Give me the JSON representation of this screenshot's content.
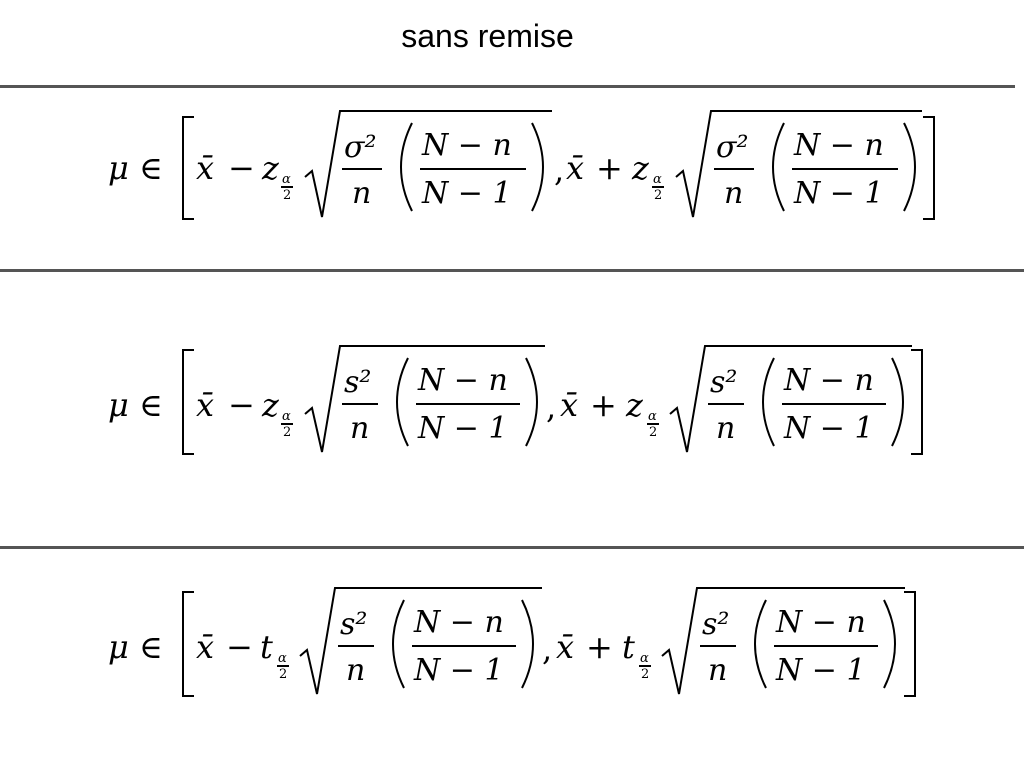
{
  "title": "sans remise",
  "formulas": [
    {
      "lhs": "μ ∈",
      "xbar": "x̄",
      "minus": "−",
      "plus": "+",
      "comma": ",",
      "stat": "z",
      "sub_num": "α",
      "sub_den": "2",
      "var_num": "σ²",
      "var_den": "n",
      "fpc_num": "N − n",
      "fpc_den": "N − 1"
    },
    {
      "lhs": "μ ∈",
      "xbar": "x̄",
      "minus": "−",
      "plus": "+",
      "comma": ",",
      "stat": "z",
      "sub_num": "α",
      "sub_den": "2",
      "var_num": "s²",
      "var_den": "n",
      "fpc_num": "N − n",
      "fpc_den": "N − 1"
    },
    {
      "lhs": "μ ∈",
      "xbar": "x̄",
      "minus": "−",
      "plus": "+",
      "comma": ",",
      "stat": "t",
      "sub_num": "α",
      "sub_den": "2",
      "var_num": "s²",
      "var_den": "n",
      "fpc_num": "N − n",
      "fpc_den": "N − 1"
    }
  ]
}
